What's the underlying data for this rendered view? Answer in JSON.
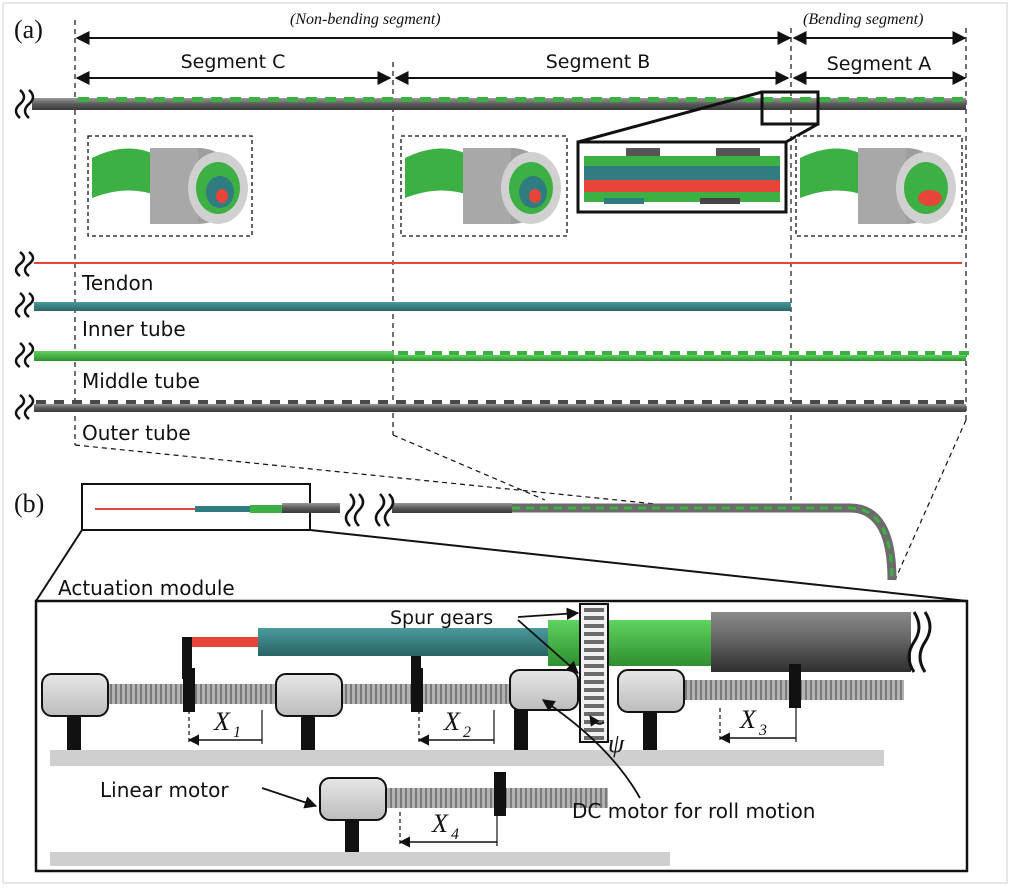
{
  "panel_a": {
    "label": "(a)",
    "non_bending": "(Non-bending segment)",
    "bending": "(Bending segment)",
    "segment_c": "Segment C",
    "segment_b": "Segment B",
    "segment_a": "Segment A",
    "layers": [
      "Tendon",
      "Inner tube",
      "Middle tube",
      "Outer tube"
    ]
  },
  "panel_b": {
    "label": "(b)",
    "actuation_module": "Actuation module",
    "spur_gears": "Spur gears",
    "linear_motor": "Linear motor",
    "dc_motor": "DC motor for roll motion",
    "psi": "ψ",
    "x_labels": [
      "X",
      "X",
      "X",
      "X"
    ],
    "x_subscripts": [
      "1",
      "2",
      "3",
      "4"
    ]
  },
  "colors": {
    "tendon": "#e8443a",
    "inner_tube": "#2f7d80",
    "middle_tube": "#3cb043",
    "outer_tube": "#6b6b6b",
    "motor_body": "#d9d9d9",
    "rail": "#cfcfcf"
  }
}
